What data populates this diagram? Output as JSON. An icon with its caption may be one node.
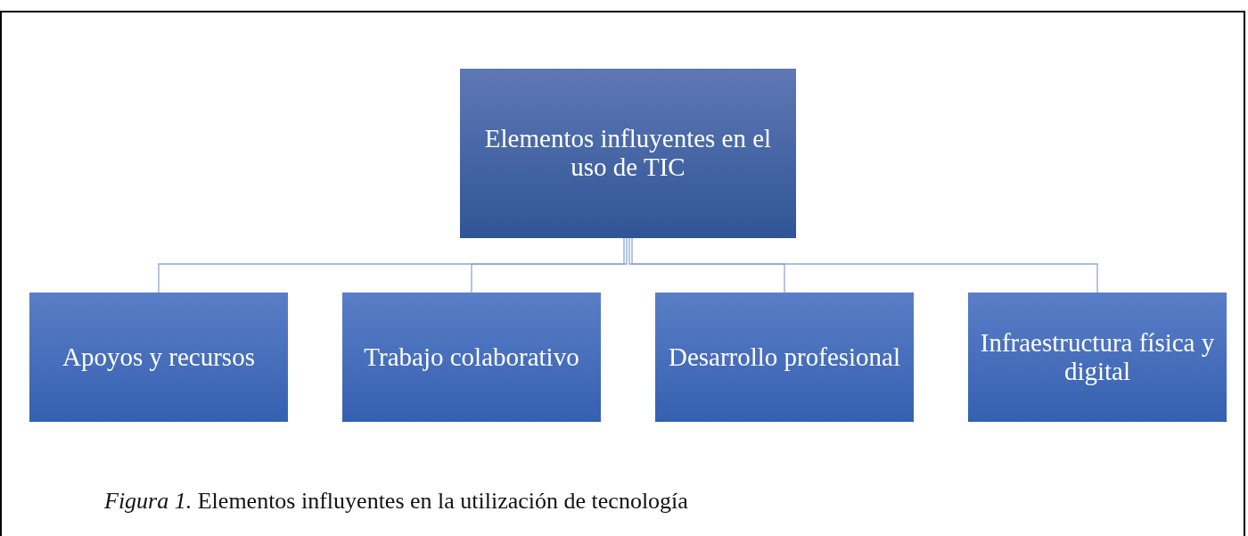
{
  "diagram": {
    "caption": "*Figura 1.* Elementos influyentes en la utilización de tecnología",
    "nodes": [
      {
        "text": [
          "Elementos influyentes en el uso de TIC"
        ]
      },
      {
        "text": [
          "Apoyos y recursos"
        ]
      },
      {
        "text": [
          "Trabajo colaborativo"
        ]
      },
      {
        "text": [
          "Desarrollo profesional"
        ]
      },
      {
        "text": [
          "Infraestructura física y digital"
        ]
      }
    ],
    "edges": [
      {
        "from": 0,
        "to": 1,
        "arrow": "none"
      },
      {
        "from": 0,
        "to": 2,
        "arrow": "none"
      },
      {
        "from": 0,
        "to": 3,
        "arrow": "none"
      },
      {
        "from": 0,
        "to": 4,
        "arrow": "none"
      }
    ]
  }
}
